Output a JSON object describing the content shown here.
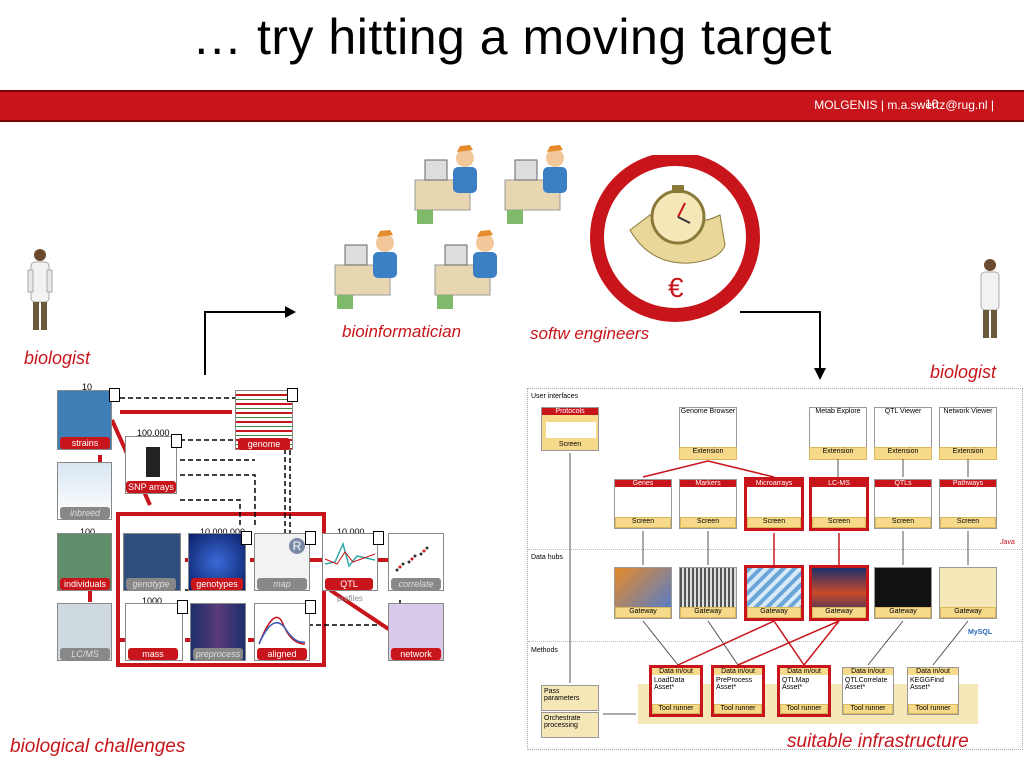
{
  "title": "… try hitting a moving target",
  "footer": {
    "text": "MOLGENIS |  m.a.swertz@rug.nl  |",
    "page": "10"
  },
  "labels": {
    "biologist_left": "biologist",
    "biologist_right": "biologist",
    "bioinformatician": "bioinformatician",
    "softw_engineers": "softw engineers",
    "biological_challenges": "biological challenges",
    "suitable_infrastructure": "suitable infrastructure",
    "euro": "€"
  },
  "workflow": {
    "strains": "strains",
    "genome": "genome",
    "snp_arrays": "SNP arrays",
    "inbreed": "inbreed",
    "individuals": "individuals",
    "genotype": "genotype",
    "genotypes": "genotypes",
    "map": "map",
    "qtl": "QTL",
    "qtl_profiles": "profiles",
    "correlate": "correlate",
    "lcms": "LC/MS",
    "mass": "mass",
    "preprocess": "preprocess",
    "aligned": "aligned",
    "network": "network",
    "n10": "10",
    "n100000": "100,000",
    "n10000000": "10,000,000",
    "n10000": "10,000",
    "n1000": "1000",
    "n100": "100"
  },
  "architecture": {
    "user_interfaces": "User interfaces",
    "data_hubs": "Data hubs",
    "methods": "Methods",
    "protocols": "Protocols",
    "screen": "Screen",
    "genome_browser": "Genome Browser",
    "metab_explore": "Metab Explore",
    "qtl_viewer": "QTL Viewer",
    "network_viewer": "Network Viewer",
    "extension": "Extension",
    "hubs": [
      "Genes",
      "Markers",
      "Microarrays",
      "LC-MS",
      "QTLs",
      "Pathways"
    ],
    "gateway": "Gateway",
    "data_inout": "Data in/out",
    "methods_list": [
      "LoadData Asset*",
      "PreProcess Asset*",
      "QTLMap Asset*",
      "QTLCorrelate Asset*",
      "KEGGFind Asset*"
    ],
    "tool_runner": "Tool runner",
    "pass_parameters": "Pass parameters",
    "orchestrate": "Orchestrate processing",
    "java": "Java",
    "mysql": "MySQL"
  }
}
